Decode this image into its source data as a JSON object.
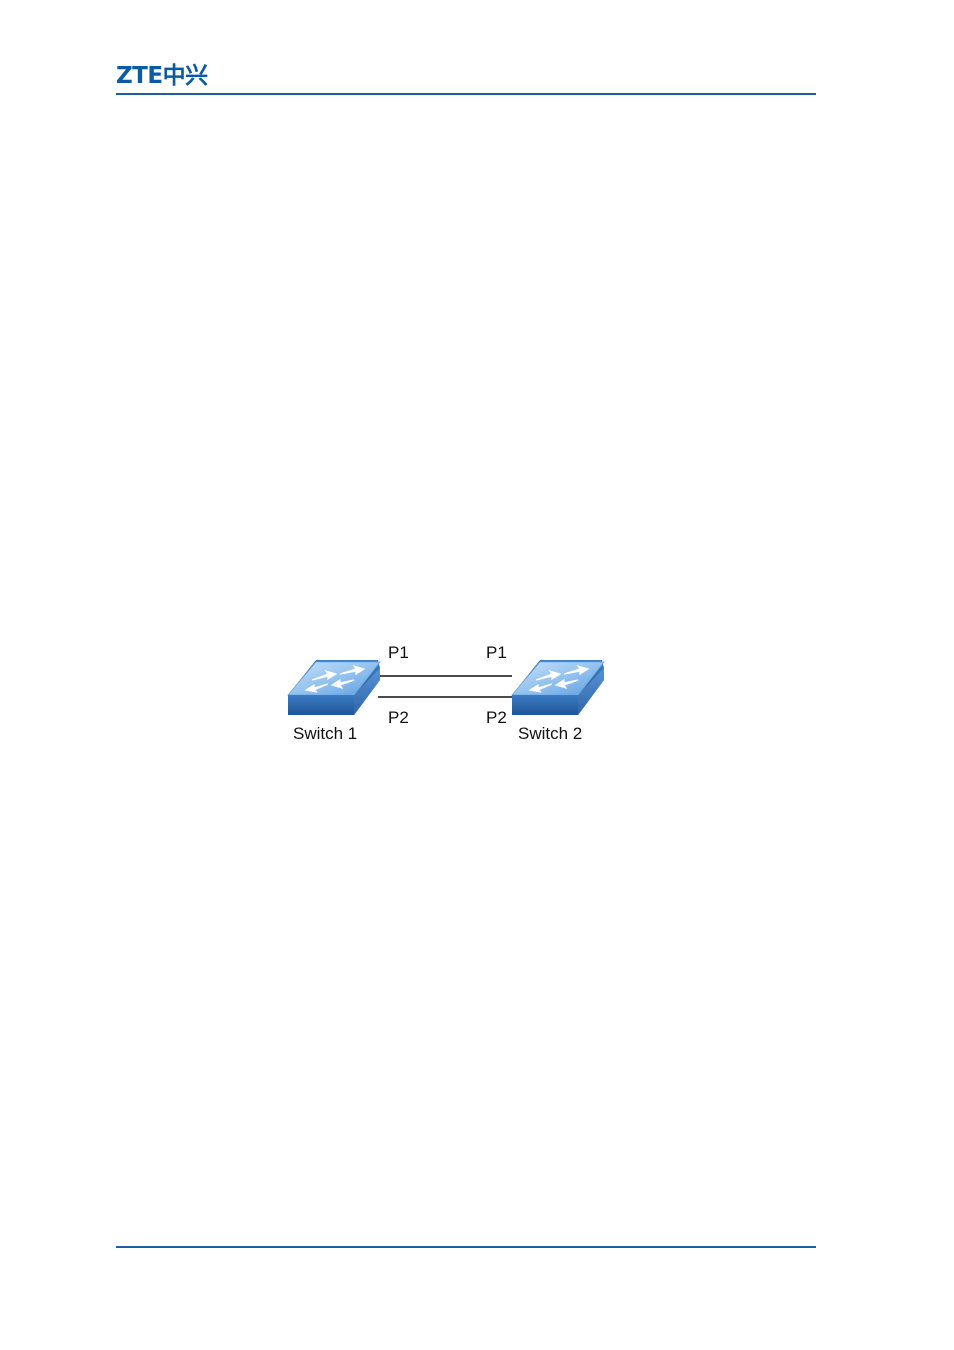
{
  "header": {
    "logo_text": "ZTE中兴"
  },
  "figure": {
    "switch_left": {
      "name": "Switch 1",
      "port_top": "P1",
      "port_bottom": "P2"
    },
    "switch_right": {
      "name": "Switch 2",
      "port_top": "P1",
      "port_bottom": "P2"
    }
  },
  "colors": {
    "brand_blue": "#0b5aa6",
    "rule_blue": "#1f5f9e",
    "switch_top": "#8fc0ee",
    "switch_side": "#2f6db4"
  }
}
